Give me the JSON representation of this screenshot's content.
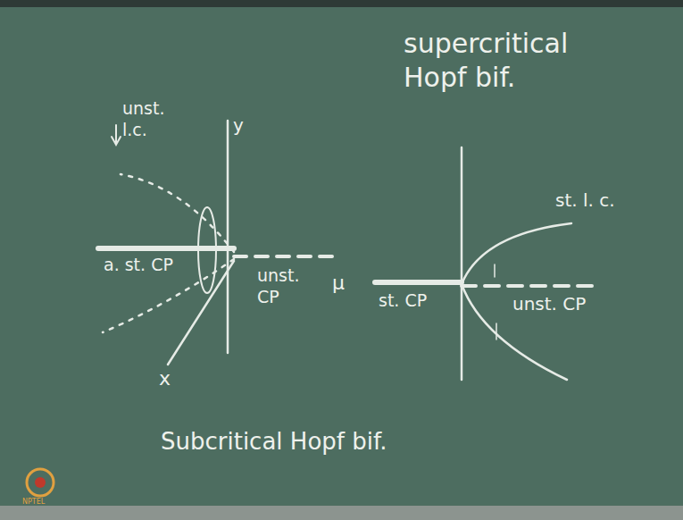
{
  "diagram": {
    "labels": [
      "supercritical Hopf bif.",
      "unst. l.c.",
      "y",
      "a. st. CP",
      "unst. CP",
      "μ",
      "x",
      "Subcritical Hopf bif.",
      "st. l. c.",
      "st. CP",
      "unst. CP",
      "NPTEL"
    ]
  }
}
